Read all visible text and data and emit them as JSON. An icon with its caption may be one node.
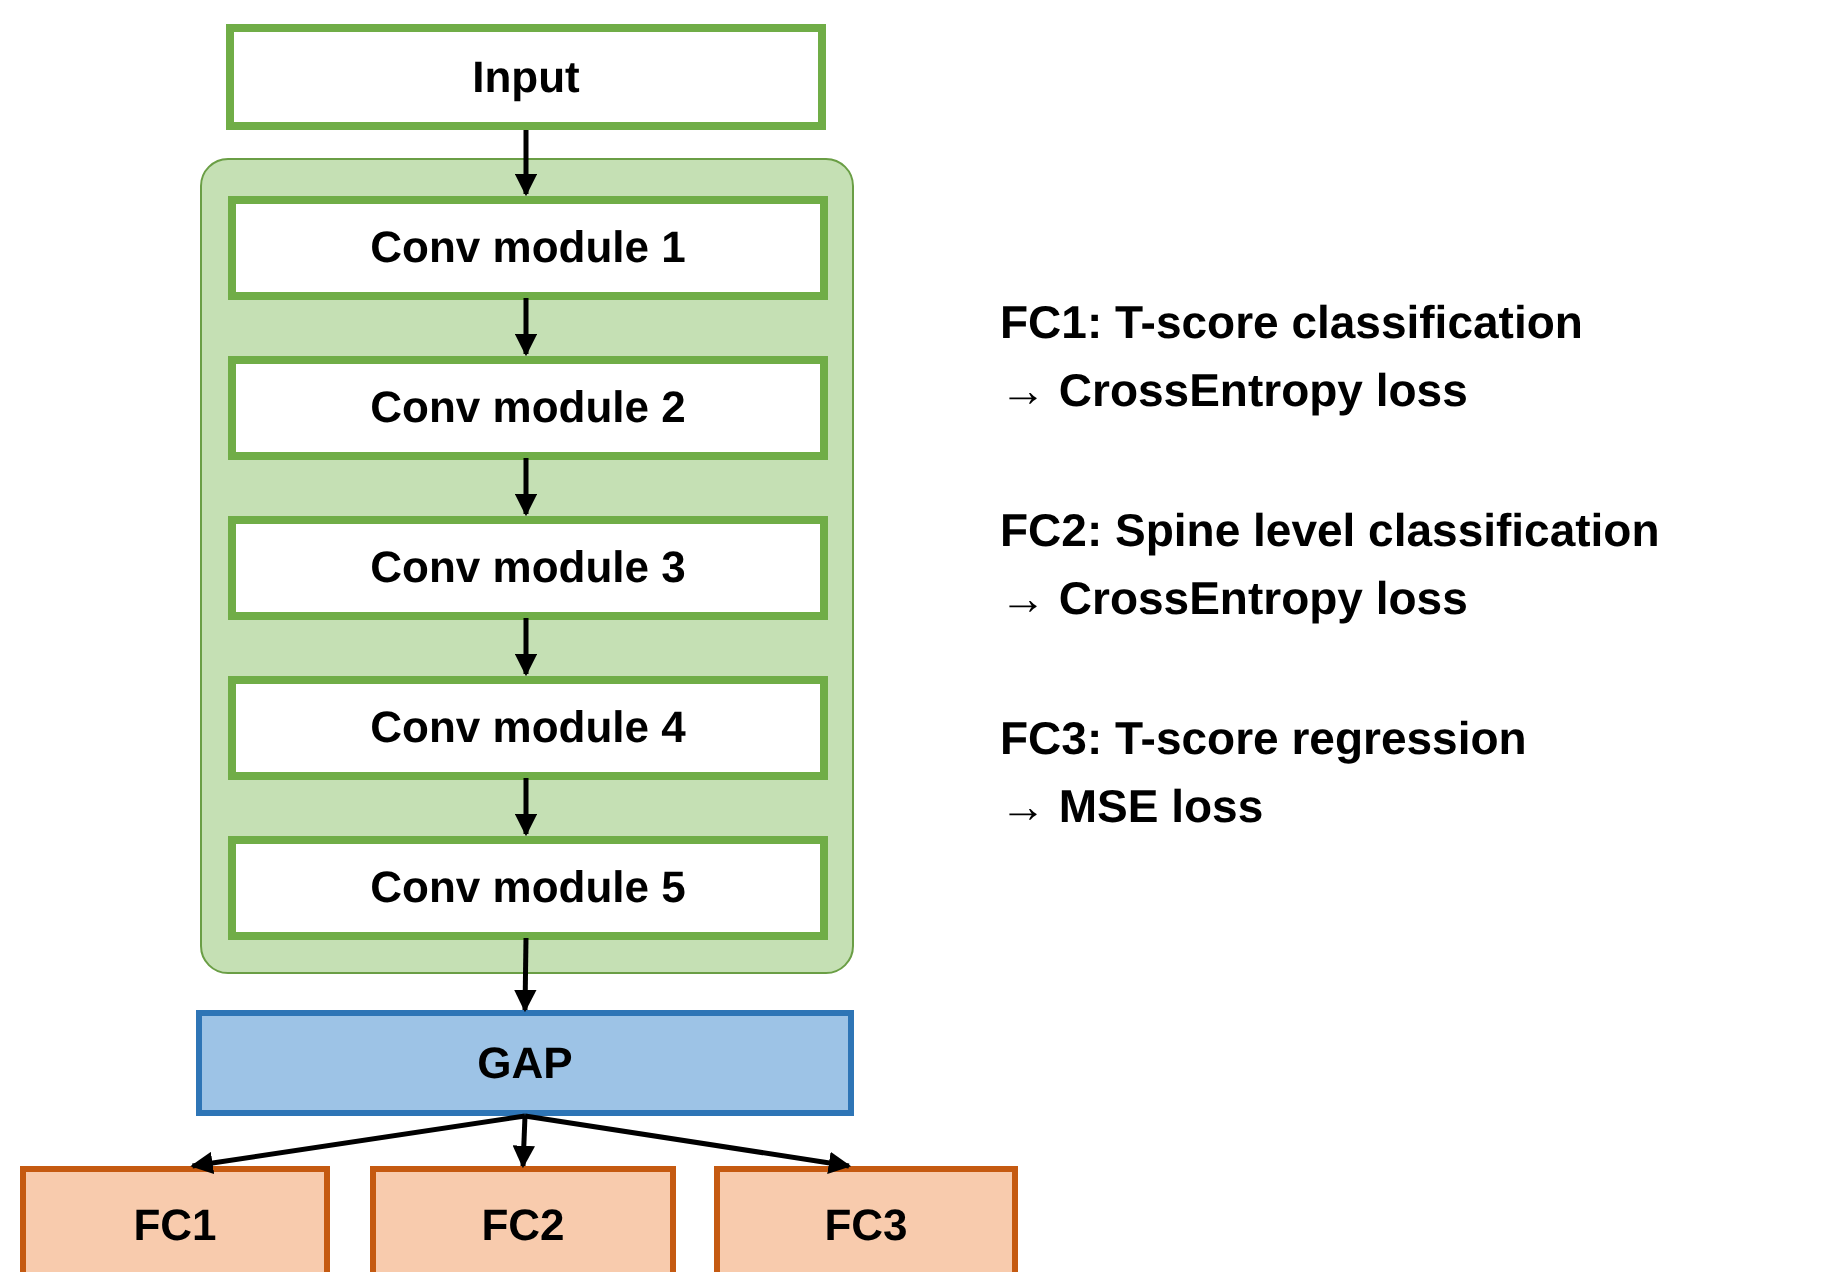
{
  "diagram": {
    "nodes": [
      {
        "text": [
          "Input"
        ]
      },
      {
        "text": [],
        "shape": "box"
      },
      {
        "text": [
          "Conv module 1"
        ],
        "in": 1
      },
      {
        "text": [
          "Conv module 2"
        ],
        "in": 1
      },
      {
        "text": [
          "Conv module 3"
        ],
        "in": 1
      },
      {
        "text": [
          "Conv module 4"
        ],
        "in": 1
      },
      {
        "text": [
          "Conv module 5"
        ],
        "in": 1
      },
      {
        "text": [
          "GAP"
        ]
      },
      {
        "text": [
          "FC1"
        ]
      },
      {
        "text": [
          "FC2"
        ]
      },
      {
        "text": [
          "FC3"
        ]
      }
    ],
    "edges": [
      {
        "from": 0,
        "to": 2,
        "arrow": "to"
      },
      {
        "from": 2,
        "to": 3,
        "arrow": "to"
      },
      {
        "from": 3,
        "to": 4,
        "arrow": "to"
      },
      {
        "from": 4,
        "to": 5,
        "arrow": "to"
      },
      {
        "from": 5,
        "to": 6,
        "arrow": "to"
      },
      {
        "from": 6,
        "to": 7,
        "arrow": "to"
      },
      {
        "from": 7,
        "to": 8,
        "arrow": "to"
      },
      {
        "from": 7,
        "to": 9,
        "arrow": "to"
      },
      {
        "from": 7,
        "to": 10,
        "arrow": "to"
      }
    ],
    "labels": [
      "FC1: T-score classification",
      "→ CrossEntropy loss",
      "FC2: Spine level classification",
      "→ CrossEntropy loss",
      "FC3: T-score regression",
      "→ MSE loss"
    ]
  }
}
